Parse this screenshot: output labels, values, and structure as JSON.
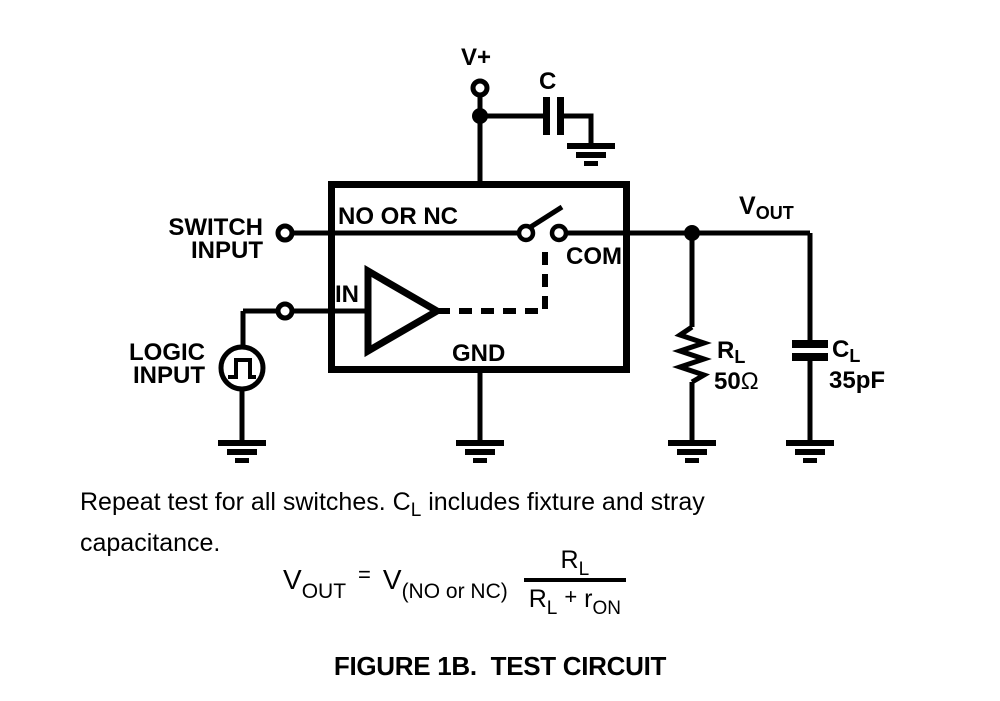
{
  "colors": {
    "ink": "#000000",
    "background": "#ffffff"
  },
  "circuit": {
    "power_label": "V+",
    "bypass_cap_label": "C",
    "ic_pins": {
      "no_or_nc": "NO OR NC",
      "com": "COM",
      "in": "IN",
      "gnd": "GND"
    },
    "switch_input_label": [
      "SWITCH",
      "INPUT"
    ],
    "logic_input_label": [
      "LOGIC",
      "INPUT"
    ],
    "vout": {
      "main": "V",
      "sub": "OUT"
    },
    "load_resistor": {
      "ref_main": "R",
      "ref_sub": "L",
      "value_num": "50",
      "value_unit": "Ω"
    },
    "load_capacitor": {
      "ref_main": "C",
      "ref_sub": "L",
      "value": "35pF"
    }
  },
  "note": {
    "line1_pre": "Repeat test for all switches. C",
    "line1_sub": "L",
    "line1_post": " includes fixture and stray",
    "line2": "capacitance."
  },
  "formula": {
    "lhs_main": "V",
    "lhs_sub": "OUT",
    "equals": "=",
    "rhs_main": "V",
    "rhs_sub": "(NO or NC)",
    "num_main": "R",
    "num_sub": "L",
    "den_term1_main": "R",
    "den_term1_sub": "L",
    "den_operator": "+",
    "den_term2_main": "r",
    "den_term2_sub": "ON"
  },
  "caption": "FIGURE 1B.  TEST CIRCUIT"
}
